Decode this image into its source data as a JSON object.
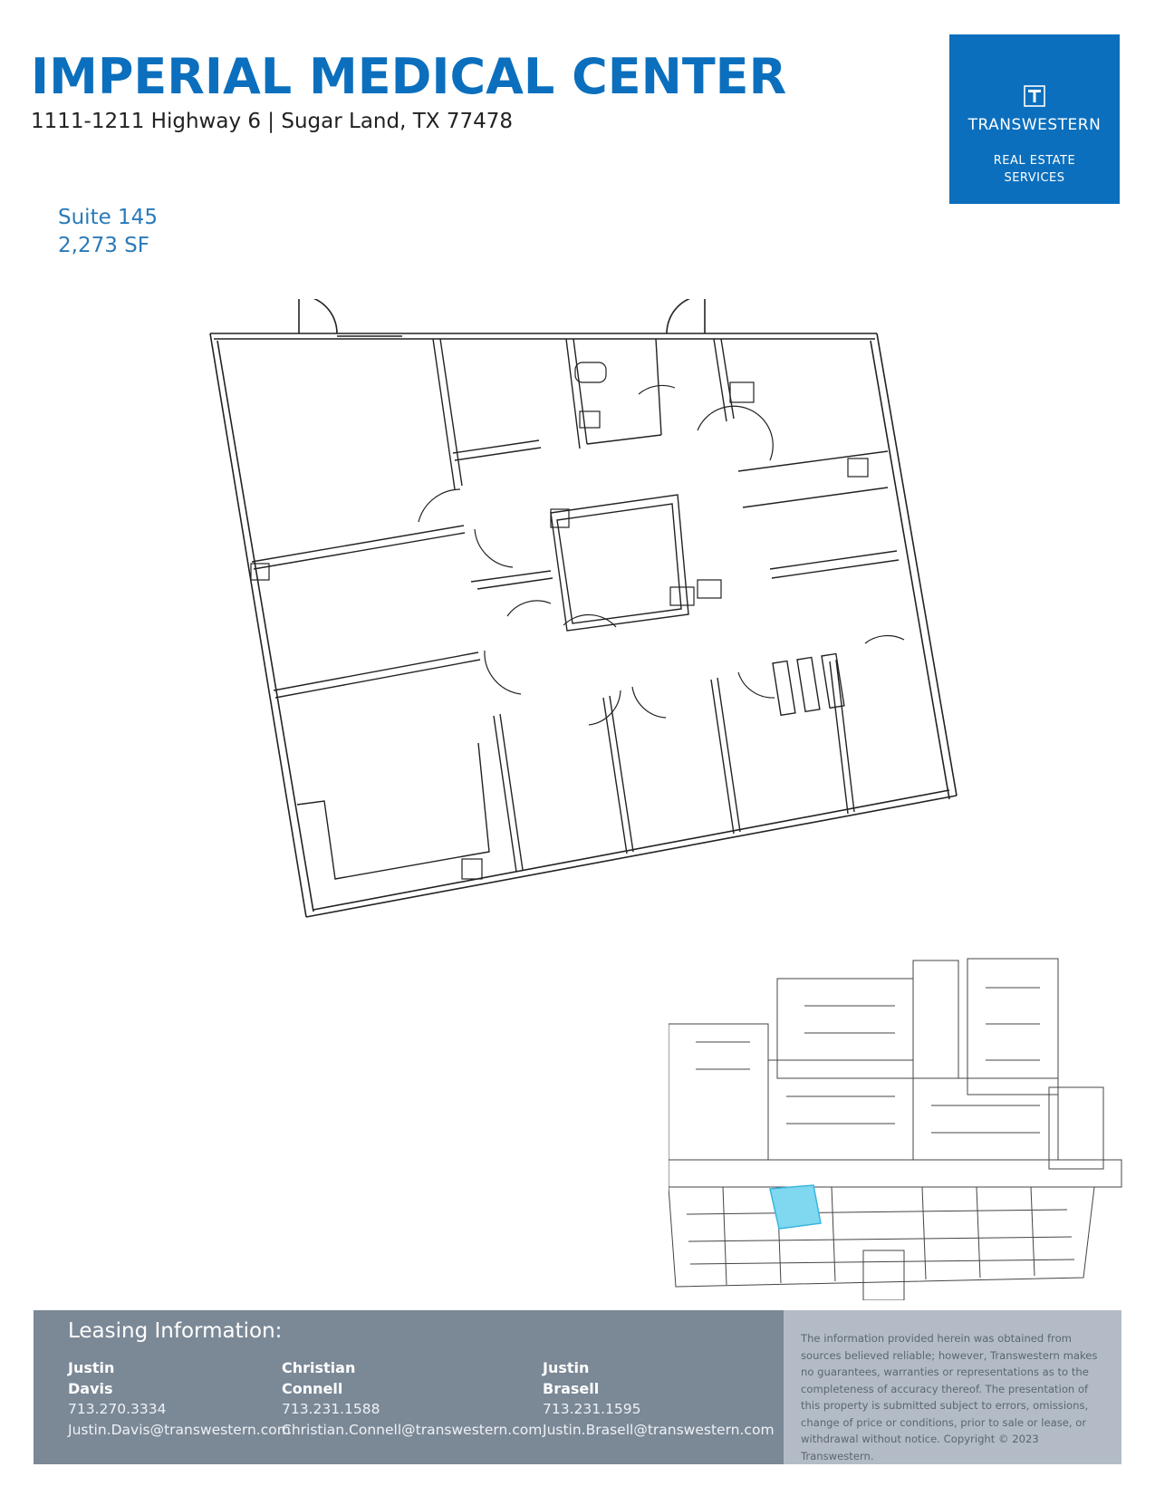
{
  "header": {
    "title": "IMPERIAL MEDICAL CENTER",
    "address": "1111-1211 Highway 6 | Sugar Land, TX 77478"
  },
  "logo": {
    "name": "TRANSWESTERN",
    "line1": "REAL ESTATE",
    "line2": "SERVICES",
    "icon": "transwestern-t-icon",
    "color": "#0b6fbd"
  },
  "suite": {
    "name": "Suite 145",
    "area": "2,273 SF"
  },
  "site_plan": {
    "highlight_color": "#7fd8f0"
  },
  "footer": {
    "leasing_title": "Leasing Information:",
    "contacts": [
      {
        "first": "Justin",
        "last": "Davis",
        "phone": "713.270.3334",
        "email": "Justin.Davis@transwestern.com"
      },
      {
        "first": "Christian",
        "last": "Connell",
        "phone": "713.231.1588",
        "email": "Christian.Connell@transwestern.com"
      },
      {
        "first": "Justin",
        "last": "Brasell",
        "phone": "713.231.1595",
        "email": "Justin.Brasell@transwestern.com"
      }
    ],
    "disclaimer": "The information provided herein was obtained from sources believed reliable; however, Transwestern makes no guarantees, warranties or representations as to the completeness of accuracy thereof. The presentation of this property is submitted subject to errors, omissions, change of price or conditions, prior to sale or lease, or withdrawal without notice. Copyright © 2023 Transwestern."
  }
}
